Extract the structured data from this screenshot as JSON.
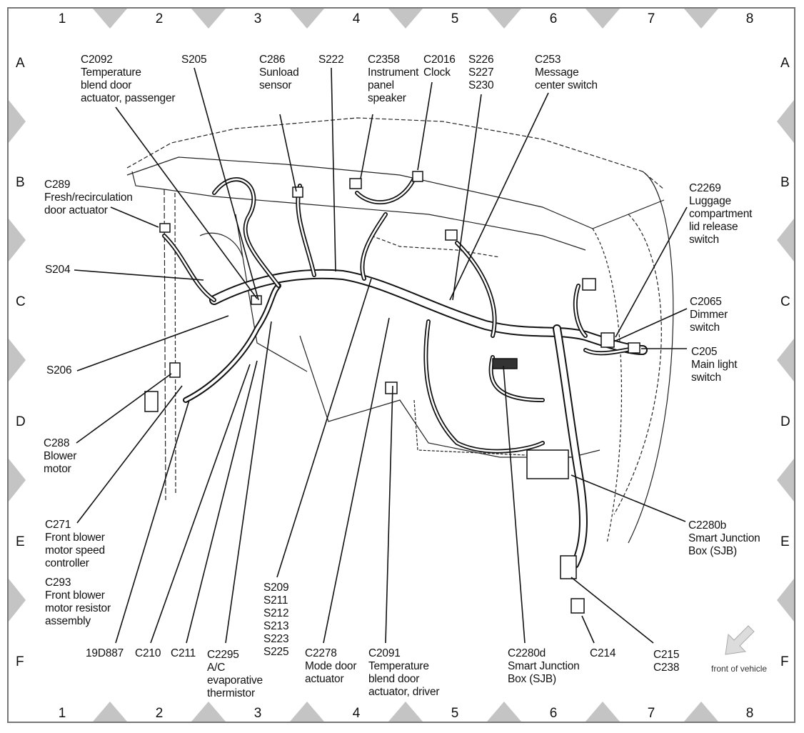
{
  "grid": {
    "columns": [
      "1",
      "2",
      "3",
      "4",
      "5",
      "6",
      "7",
      "8"
    ],
    "rows": [
      "A",
      "B",
      "C",
      "D",
      "E",
      "F"
    ]
  },
  "colors": {
    "marker": "#c4c4c4",
    "frame": "#777777",
    "line": "#111111",
    "arrow_fill": "#dcdcdc"
  },
  "labels": {
    "c2092": "C2092\nTemperature\nblend door\nactuator, passenger",
    "s205": "S205",
    "c286": "C286\nSunload\nsensor",
    "s222": "S222",
    "c2358": "C2358\nInstrument\npanel\nspeaker",
    "c2016": "C2016\nClock",
    "s226": "S226\nS227\nS230",
    "c253": "C253\nMessage\ncenter switch",
    "c289": "C289\nFresh/recirculation\ndoor actuator",
    "s204": "S204",
    "s206": "S206",
    "c288": "C288\nBlower\nmotor",
    "c271": "C271\nFront blower\nmotor speed\ncontroller",
    "c293": "C293\nFront blower\nmotor resistor\nassembly",
    "d19887": "19D887",
    "c210": "C210",
    "c211": "C211",
    "c2295": "C2295\nA/C\nevaporative\nthermistor",
    "s209": "S209\nS211\nS212\nS213\nS223\nS225",
    "c2278": "C2278\nMode door\nactuator",
    "c2091": "C2091\nTemperature\nblend door\nactuator, driver",
    "c2280d": "C2280d\nSmart Junction\nBox (SJB)",
    "c214": "C214",
    "c215": "C215\nC238",
    "c2269": "C2269\nLuggage\ncompartment\nlid release\nswitch",
    "c2065": "C2065\nDimmer\nswitch",
    "c205": "C205\nMain light\nswitch",
    "c2280b": "C2280b\nSmart Junction\nBox (SJB)"
  },
  "front_of_vehicle": "front of vehicle",
  "front_arrow_icon": "arrow-down-left-icon"
}
